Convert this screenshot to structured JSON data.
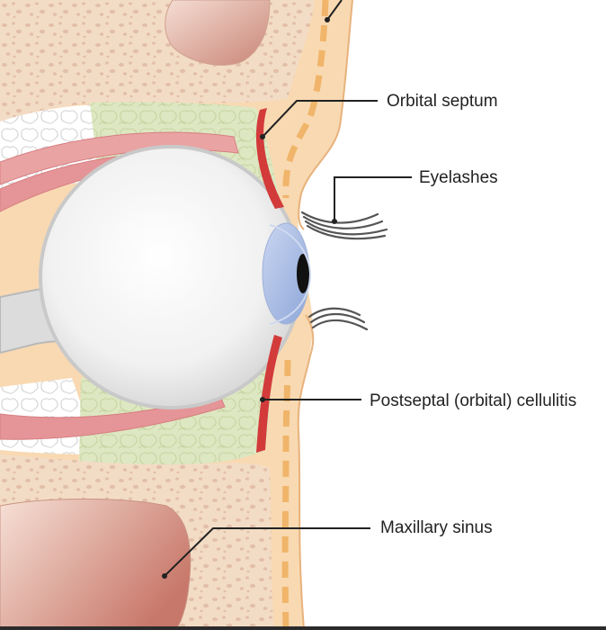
{
  "labels": {
    "orbital_septum": "Orbital septum",
    "eyelashes": "Eyelashes",
    "postseptal_cellulitis": "Postseptal (orbital) cellulitis",
    "maxillary_sinus": "Maxillary sinus"
  },
  "colors": {
    "background": "#ffffff",
    "skin": "#f8d9b2",
    "skin_outline": "#e8b27c",
    "dash": "#f0b56a",
    "bone": "#f3dcc5",
    "bone_spot": "#e3bfa6",
    "sinus": "#d9998a",
    "septum": "#d23b3a",
    "cellulitis": "#dde7c1",
    "muscle": "#e38c8f",
    "globe": "#f4f4f4",
    "iris": "#a9bde6",
    "label_text": "#222222",
    "leader_line": "#222222"
  }
}
